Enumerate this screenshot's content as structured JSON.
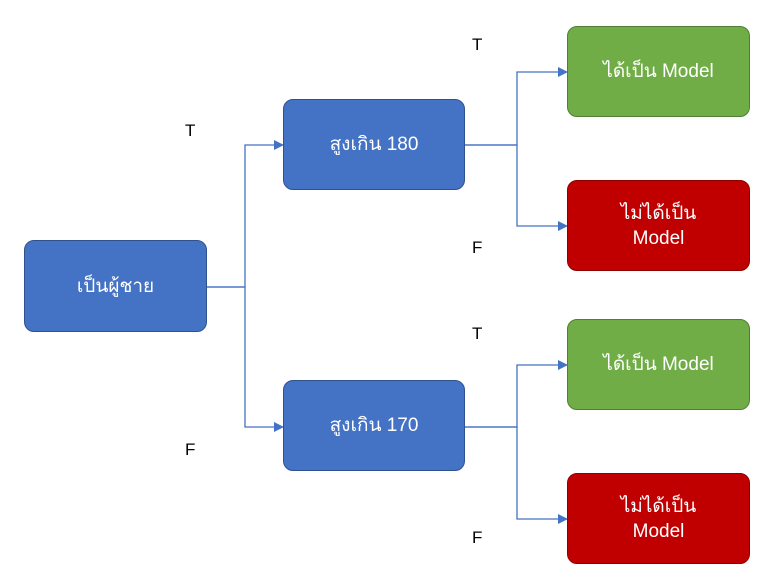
{
  "colors": {
    "decision": "#4472c4",
    "positive": "#70ad47",
    "negative": "#c00000",
    "connector": "#4472c4"
  },
  "nodes": {
    "root": "เป็นผู้ชาย",
    "q180": "สูงเกิน 180",
    "q170": "สูงเกิน 170",
    "yes_180": "ได้เป็น Model",
    "no_180_line1": "ไม่ได้เป็น",
    "no_180_line2": "Model",
    "yes_170": "ได้เป็น Model",
    "no_170_line1": "ไม่ได้เป็น",
    "no_170_line2": "Model"
  },
  "edges": {
    "root_true": "T",
    "root_false": "F",
    "q180_true": "T",
    "q180_false": "F",
    "q170_true": "T",
    "q170_false": "F"
  }
}
